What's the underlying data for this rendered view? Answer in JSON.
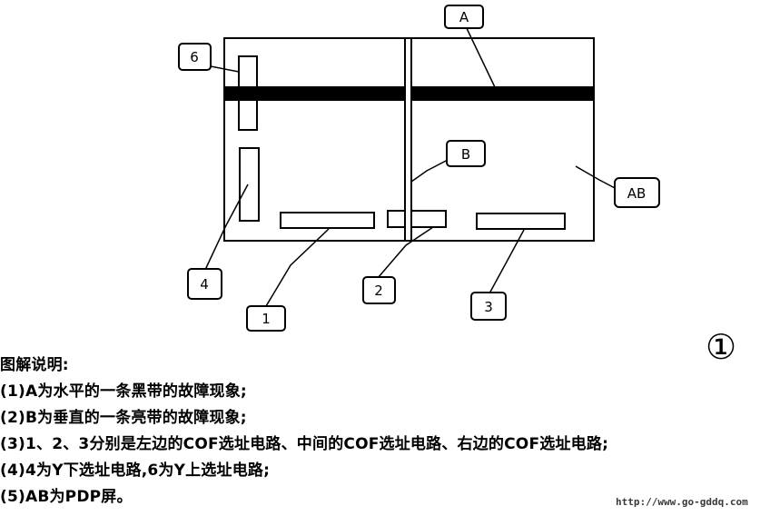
{
  "diagram": {
    "labels": {
      "a": "A",
      "b": "B",
      "ab": "AB",
      "one": "1",
      "two": "2",
      "three": "3",
      "four": "4",
      "six": "6"
    },
    "figure_number": "①"
  },
  "legend": {
    "title": "图解说明:",
    "items": [
      "(1)A为水平的一条黑带的故障现象;",
      "(2)B为垂直的一条亮带的故障现象;",
      "(3)1、2、3分别是左边的COF选址电路、中间的COF选址电路、右边的COF选址电路;",
      "(4)4为Y下选址电路,6为Y上选址电路;",
      "(5)AB为PDP屏。"
    ]
  },
  "footer": {
    "url": "http://www.go-gddq.com"
  }
}
